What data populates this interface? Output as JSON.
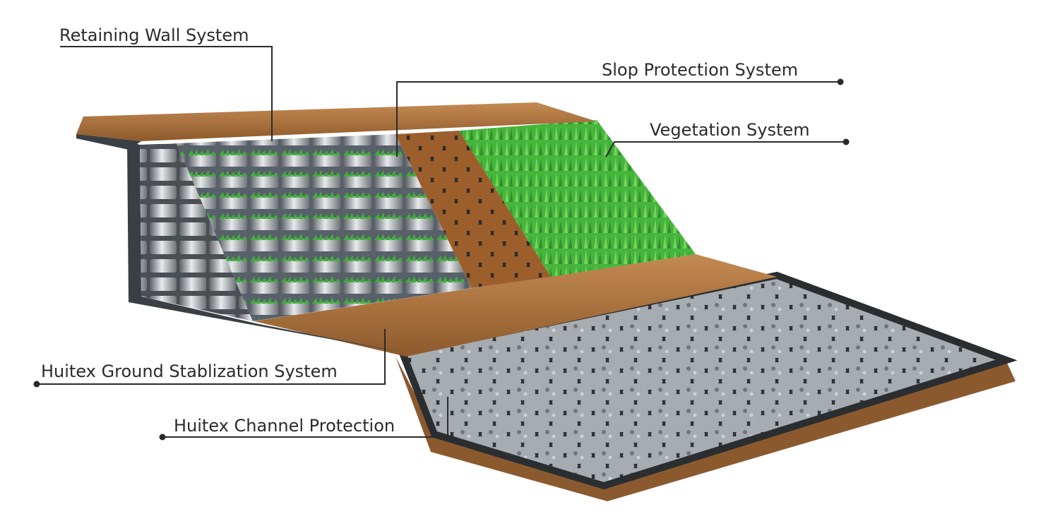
{
  "labels": {
    "retaining_wall": "Retaining Wall System",
    "slope_protection": "Slop Protection System",
    "vegetation": "Vegetation System",
    "ground_stabilization": "Huitex Ground Stablization System",
    "channel_protection": "Huitex Channel Protection"
  },
  "colors": {
    "soil": "#a86d3c",
    "soil_dark": "#7a4a22",
    "liner": "#3a3f43",
    "grass": "#3fae3a",
    "grass_light": "#7ad35a",
    "cell_metal": "#9aa0a6",
    "stone": "#8f9499"
  }
}
